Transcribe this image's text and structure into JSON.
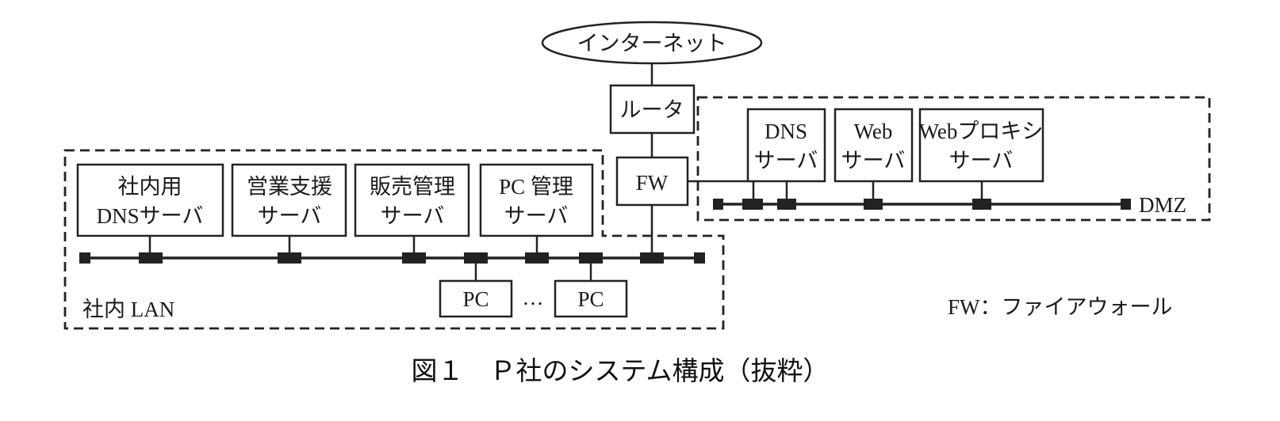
{
  "figure": {
    "caption": "図１　Ｐ社のシステム構成（抜粋）",
    "legend": "FW：ファイアウォール"
  },
  "nodes": {
    "internet": "インターネット",
    "router": "ルータ",
    "firewall": "FW",
    "internal_dns": [
      "社内用",
      "DNSサーバ"
    ],
    "sales_support": [
      "営業支援",
      "サーバ"
    ],
    "sales_management": [
      "販売管理",
      "サーバ"
    ],
    "pc_management": [
      "PC 管理",
      "サーバ"
    ],
    "pc1": "PC",
    "pc_ellipsis": "…",
    "pc2": "PC",
    "dmz_dns": [
      "DNS",
      "サーバ"
    ],
    "web": [
      "Web",
      "サーバ"
    ],
    "web_proxy": [
      "Webプロキシ",
      "サーバ"
    ]
  },
  "zones": {
    "lan": "社内 LAN",
    "dmz": "DMZ"
  }
}
